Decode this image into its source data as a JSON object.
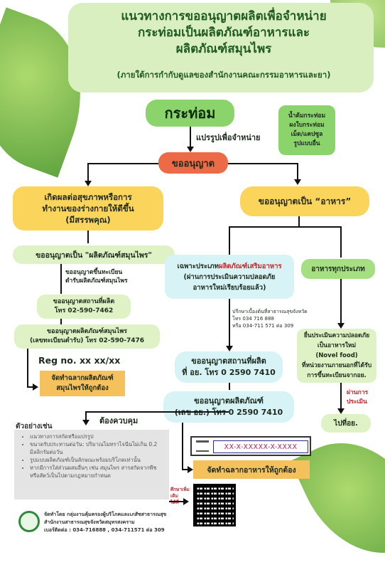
{
  "title": {
    "line1": "แนวทางการขออนุญาตผลิตเพื่อจำหน่าย",
    "line2": "กระท่อมเป็นผลิตภัณฑ์อาหารและ",
    "line3": "ผลิตภัณฑ์สมุนไพร",
    "subtitle": "(ภายใต้การกำกับดูแลของสำนักงานคณะกรรมอาหารและยา)"
  },
  "top": {
    "kratom": "กระท่อม",
    "forms": [
      "น้ำต้มกระท่อม",
      "ผงใบกระท่อม",
      "เม็ด/แคปซูล",
      "รูปแบบอื่น"
    ],
    "process": "แปรรูปเพื่อจำหน่าย",
    "request": "ขออนุญาต"
  },
  "left": {
    "health": [
      "เกิดผลต่อสุขภาพหรือการ",
      "ทำงานของร่างกายให้ดีขึ้น",
      "(มีสรรพคุณ)"
    ],
    "herbal_request": "ขออนุญาตเป็น \"ผลิตภัณฑ์สมุนไพร\"",
    "register_note": [
      "ขออนุญาตขึ้นทะเบียน",
      "ตำรับผลิตภัณฑ์สมุนไพร"
    ],
    "place_permit": [
      "ขออนุญาตสถานที่ผลิต",
      "โทร 02-590-7462"
    ],
    "product_permit": [
      "ขออนุญาตผลิตภัณฑ์สมุนไพร",
      "(เลขทะเบียนตำรับ) โทร 02-590-7476"
    ],
    "reg_no": "Reg no. xx xx/xx",
    "herbal_label": [
      "จัดทำฉลากผลิตภัณฑ์",
      "สมุนไพรให้ถูกต้อง"
    ]
  },
  "right": {
    "food_request": "ขออนุญาตเป็น “อาหาร”",
    "supplement": [
      "เฉพาะประเภทผลิตภัณฑ์เสริมอาหาร",
      "(ผ่านการประเมินความปลอดภัย",
      "อาหารใหม่เรียบร้อยแล้ว)"
    ],
    "supplement_highlight": "ผลิตภัณฑ์เสริมอาหาร",
    "consult": [
      "ปรึกษาเบื้องต้นที่สาธารณสุขจังหวัด",
      "โทร 034 716 888",
      "หรือ 034-711 571 ต่อ 309"
    ],
    "food_place": [
      "ขออนุญาตสถานที่ผลิต",
      "ที่ อย. โทร 0 2590 7410"
    ],
    "food_product": [
      "ขออนุญาตผลิตภัณฑ์",
      "(เลข อย.) โทร 0 2590 7410"
    ],
    "fda_mark": "XX-X-XXXXX-X-XXXX",
    "food_label": "จัดทำฉลากอาหารให้ถูกต้อง",
    "all_food": "อาหารทุกประเภท",
    "novel": [
      "ยื่นประเมินความปลอดภัย",
      "เป็นอาหารใหม่",
      "(Novel food)",
      "ที่หน่วยงานภายนอกที่ได้รับ",
      "การขึ้นทะเบียนจากอย."
    ],
    "pass": [
      "ผ่านการ",
      "ประเมิน"
    ],
    "go": "ไปที่อย."
  },
  "control": {
    "label": "ต้องควบคุม",
    "examples_title": "ตัวอย่างเช่น",
    "examples": [
      "แนวทางการสกัดหรือแปรรูป",
      "ขนาดรับประทานต่อวัน: ปริมาณไมทราไจนีนไม่เกิน 0.2 มิลลิกรัมต่อวัน",
      "รูปแบบผลิตภัณฑ์เป็นลักษณะพร้อมบริโภคเท่านั้น",
      "หากมีการใส่ส่วนผสมอื่นๆ เช่น สมุนไพร สารสกัดจากพืชหรือสัตว์เป็นไปตามกฎหมายกำหนด"
    ],
    "qr_note": [
      "ศึกษาเพิ่มเติม",
      "ได้ที่"
    ]
  },
  "footer": {
    "lines": [
      "จัดทำโดย กลุ่มงานคุ้มครองผู้บริโภคและเภสัชสาธารณสุข",
      "สำนักงานสาธารณสุขจังหวัดสมุทรสงคราม",
      "เบอร์ติดต่อ : 034-716888 , 034-711571 ต่อ 309"
    ]
  },
  "colors": {
    "title_panel": "#d9efbf",
    "title_text": "#1f5b22",
    "green_box": "#8bd36b",
    "red_box": "#ec6a46",
    "yellow": "#fbd45c",
    "pale_green": "#dff2c6",
    "pale_blue": "#d7f3f6",
    "orange": "#f4c15c",
    "red_text": "#d2242a"
  }
}
